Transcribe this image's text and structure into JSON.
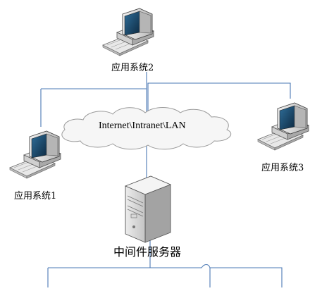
{
  "diagram": {
    "network_label": "Internet\\Intranet\\LAN",
    "nodes": {
      "system2": "应用系统2",
      "system1": "应用系统1",
      "system3": "应用系统3",
      "server": "中间件服务器"
    },
    "colors": {
      "line": "#4a78b4",
      "cloud_fill": "#f6f6f6",
      "cloud_stroke": "#9a9a9a",
      "computer_body": "#d6d6d6",
      "screen": "#123a5a"
    }
  }
}
